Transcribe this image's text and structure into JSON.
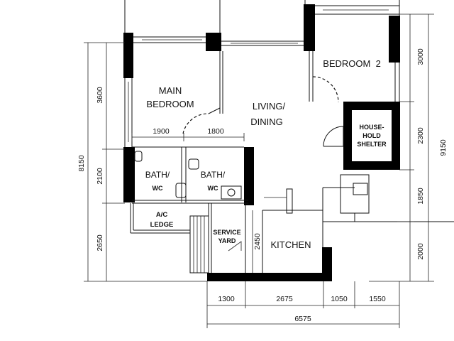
{
  "rooms": {
    "main_bedroom": [
      "MAIN",
      "BEDROOM"
    ],
    "bedroom_2": "BEDROOM  2",
    "living_dining": [
      "LIVING/",
      "DINING"
    ],
    "household_shelter": [
      "HOUSE-",
      "HOLD",
      "SHELTER"
    ],
    "bath_1": [
      "BATH/",
      "WC"
    ],
    "bath_2": [
      "BATH/",
      "WC"
    ],
    "ac_ledge": [
      "A/C",
      "LEDGE"
    ],
    "service_yard": [
      "SERVICE",
      "YARD"
    ],
    "kitchen": "KITCHEN"
  },
  "dimensions": {
    "left_outer": "8150",
    "left_inner_top": "3600",
    "left_inner_mid": "2100",
    "left_inner_bottom": "2650",
    "right_outer": "9150",
    "right_inner_1": "3000",
    "right_inner_2": "2300",
    "right_inner_3": "1850",
    "right_inner_4": "2000",
    "bath_width_1": "1900",
    "bath_width_2": "1800",
    "service_yard_depth": "2450",
    "bottom_1": "1300",
    "bottom_2": "2675",
    "bottom_3": "1050",
    "bottom_4": "1550",
    "bottom_total": "6575"
  }
}
